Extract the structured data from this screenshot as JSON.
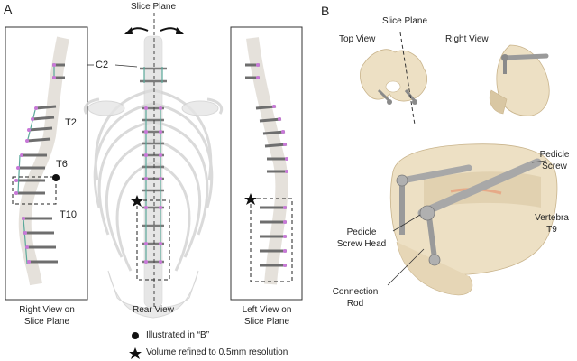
{
  "panel_a": {
    "letter": "A",
    "slice_plane_label": "Slice Plane",
    "labels": {
      "c2": "C2",
      "t2": "T2",
      "t6": "T6",
      "t10": "T10"
    },
    "right_view_caption_line1": "Right View on",
    "right_view_caption_line2": "Slice Plane",
    "rear_view_caption": "Rear View",
    "left_view_caption_line1": "Left View on",
    "left_view_caption_line2": "Slice Plane",
    "legend": [
      {
        "symbol": "circle-icon",
        "text": "Illustrated in “B”"
      },
      {
        "symbol": "star-icon",
        "text": "Volume refined to 0.5mm resolution"
      }
    ]
  },
  "panel_b": {
    "letter": "B",
    "slice_plane_label": "Slice Plane",
    "top_view_label": "Top View",
    "right_view_label": "Right View",
    "pedicle_screw_line1": "Pedicle",
    "pedicle_screw_line2": "Screw",
    "pedicle_screw_head_line1": "Pedicle",
    "pedicle_screw_head_line2": "Screw Head",
    "vertebra_line1": "Vertebra",
    "vertebra_line2": "T9",
    "connection_rod_line1": "Connection",
    "connection_rod_line2": "Rod"
  },
  "colors": {
    "bone": "#ede0c4",
    "bone_shade": "#d9c7a3",
    "bone_outline": "#c9b48c",
    "screw": "#9a9a9a",
    "screw_dark": "#6e6e6e",
    "screw_head": "#c878d8",
    "rod": "#5aa89a",
    "frame": "#333333",
    "ghost_bone": "#d6d6d6"
  }
}
